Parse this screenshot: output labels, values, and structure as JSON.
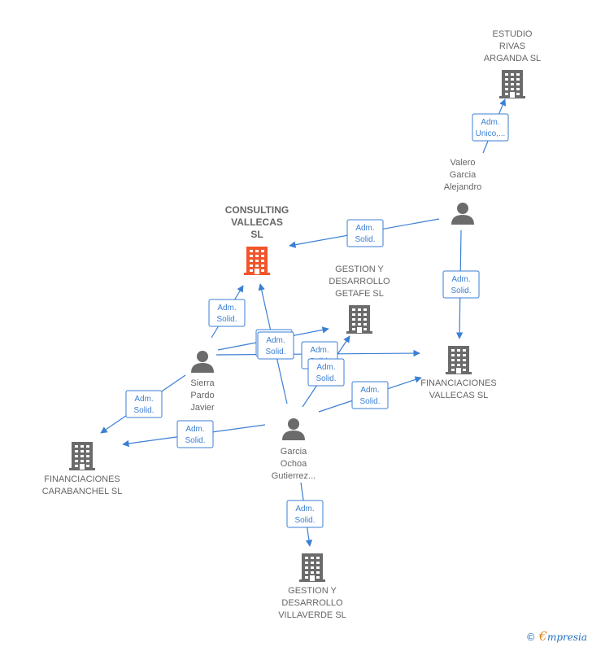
{
  "colors": {
    "edge": "#3b7fd4",
    "company": "#6b6b6b",
    "main_company": "#f2552c",
    "person": "#6b6b6b",
    "label": "#666666"
  },
  "nodes": [
    {
      "id": "consulting",
      "type": "company",
      "main": true,
      "label": [
        "CONSULTING",
        "VALLECAS",
        "SL"
      ]
    },
    {
      "id": "estudio",
      "type": "company",
      "label": [
        "ESTUDIO",
        "RIVAS",
        "ARGANDA  SL"
      ]
    },
    {
      "id": "gestion_getafe",
      "type": "company",
      "label": [
        "GESTION Y",
        "DESARROLLO",
        "GETAFE  SL"
      ]
    },
    {
      "id": "fin_vallecas",
      "type": "company",
      "label": [
        "FINANCIACIONES",
        "VALLECAS SL"
      ]
    },
    {
      "id": "fin_carabanchel",
      "type": "company",
      "label": [
        "FINANCIACIONES",
        "CARABANCHEL SL"
      ]
    },
    {
      "id": "gestion_villaverde",
      "type": "company",
      "label": [
        "GESTION Y",
        "DESARROLLO",
        "VILLAVERDE SL"
      ]
    },
    {
      "id": "valero",
      "type": "person",
      "label": [
        "Valero",
        "Garcia",
        "Alejandro"
      ]
    },
    {
      "id": "sierra",
      "type": "person",
      "label": [
        "Sierra",
        "Pardo",
        "Javier"
      ]
    },
    {
      "id": "garcia",
      "type": "person",
      "label": [
        "Garcia",
        "Ochoa",
        "Gutierrez..."
      ]
    }
  ],
  "edges": [
    {
      "from": "valero",
      "to": "estudio",
      "label": [
        "Adm.",
        "Unico,..."
      ]
    },
    {
      "from": "valero",
      "to": "consulting",
      "label": [
        "Adm.",
        "Solid."
      ]
    },
    {
      "from": "valero",
      "to": "fin_vallecas",
      "label": [
        "Adm.",
        "Solid."
      ]
    },
    {
      "from": "sierra",
      "to": "consulting",
      "label": [
        "Adm.",
        "Solid."
      ]
    },
    {
      "from": "sierra",
      "to": "gestion_getafe",
      "label": [
        "Adm.",
        "Solid."
      ]
    },
    {
      "from": "sierra",
      "to": "fin_vallecas",
      "label": [
        "Adm.",
        "Solid."
      ]
    },
    {
      "from": "sierra",
      "to": "fin_carabanchel",
      "label": [
        "Adm.",
        "Solid."
      ]
    },
    {
      "from": "garcia",
      "to": "consulting",
      "label": [
        "Adm.",
        "Solid."
      ]
    },
    {
      "from": "garcia",
      "to": "gestion_getafe",
      "label": [
        "Adm.",
        "Solid."
      ]
    },
    {
      "from": "garcia",
      "to": "fin_vallecas",
      "label": [
        "Adm.",
        "Solid."
      ]
    },
    {
      "from": "garcia",
      "to": "fin_carabanchel",
      "label": [
        "Adm.",
        "Solid."
      ]
    },
    {
      "from": "garcia",
      "to": "gestion_villaverde",
      "label": [
        "Adm.",
        "Solid."
      ]
    }
  ],
  "footer": {
    "copyright": "©",
    "brand_initial": "€",
    "brand_rest": "mpresia"
  }
}
